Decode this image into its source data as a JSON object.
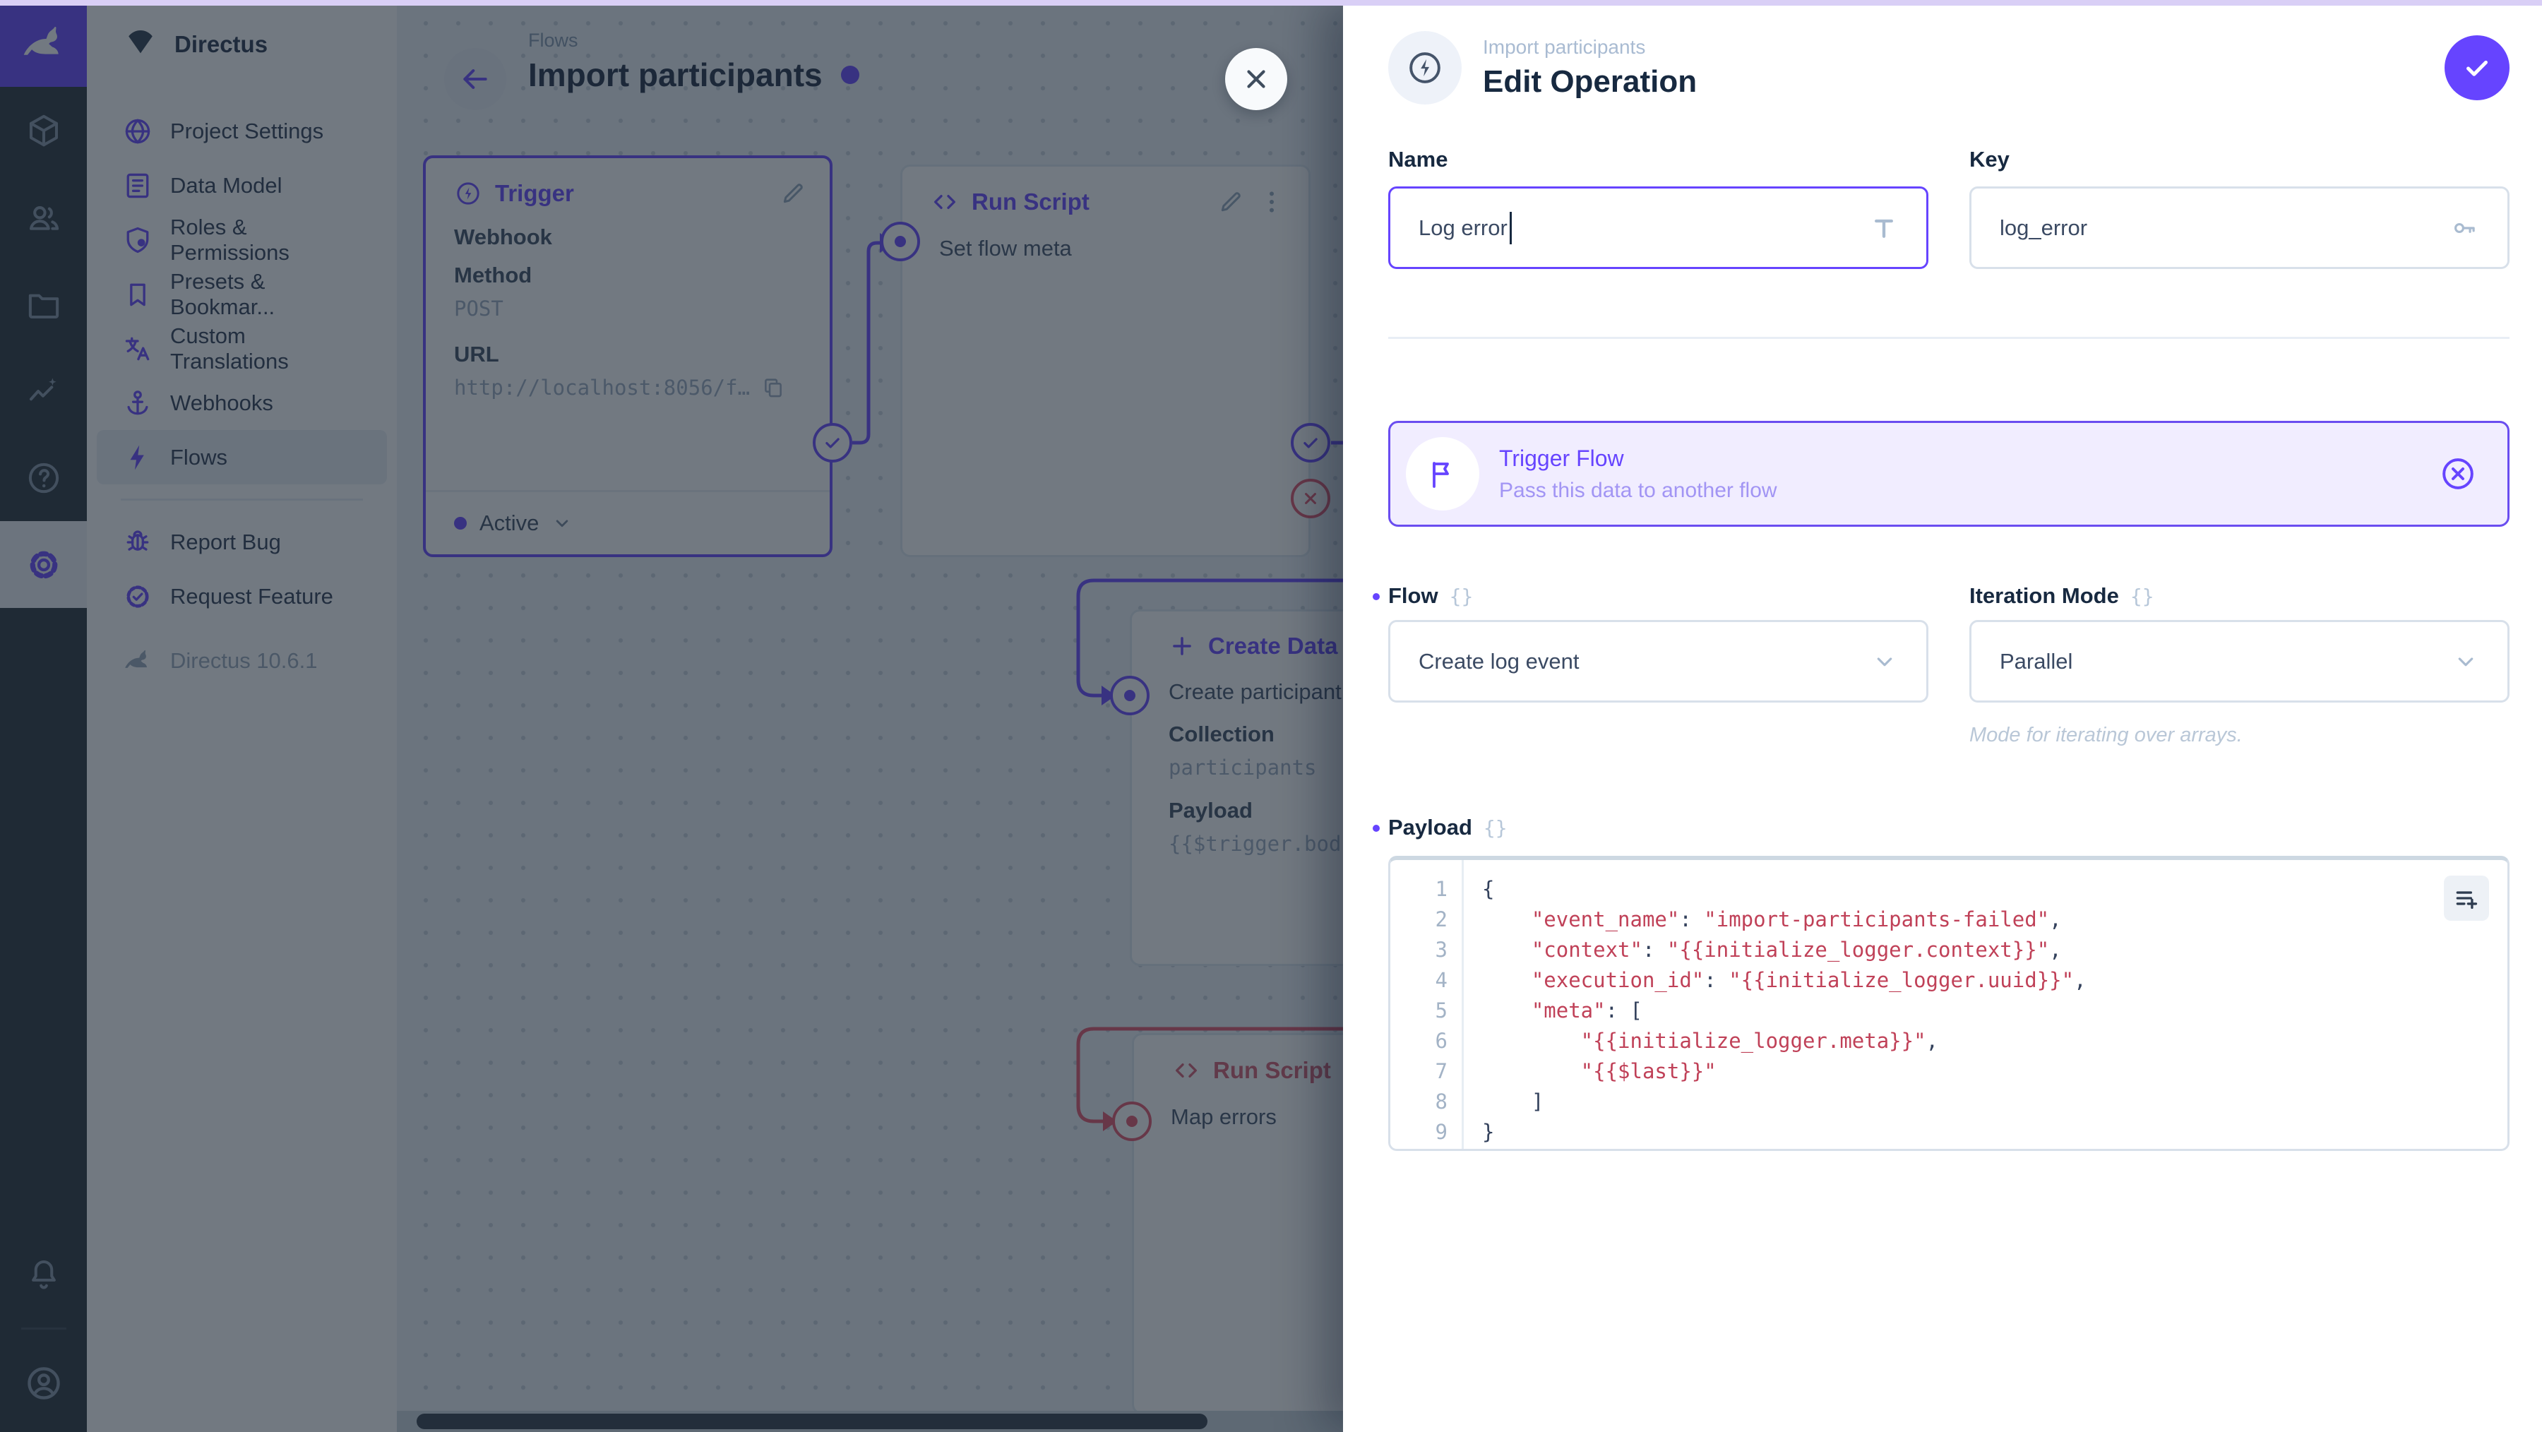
{
  "meta": {
    "accent_color": "#6644FF",
    "danger_color": "#E35169"
  },
  "module_bar": {
    "modules": [
      "directus-logo",
      "content",
      "users",
      "files",
      "insights",
      "help",
      "settings"
    ],
    "bottom": [
      "notifications",
      "user-avatar"
    ]
  },
  "nav": {
    "project_name": "Directus",
    "items": [
      {
        "label": "Project Settings"
      },
      {
        "label": "Data Model"
      },
      {
        "label": "Roles & Permissions"
      },
      {
        "label": "Presets & Bookmar..."
      },
      {
        "label": "Custom Translations"
      },
      {
        "label": "Webhooks"
      },
      {
        "label": "Flows"
      }
    ],
    "secondary_items": [
      {
        "label": "Report Bug"
      },
      {
        "label": "Request Feature"
      }
    ],
    "version": "Directus 10.6.1"
  },
  "canvas": {
    "breadcrumb": "Flows",
    "title": "Import participants",
    "trigger_panel": {
      "title": "Trigger",
      "type": "Webhook",
      "method_label": "Method",
      "method": "POST",
      "url_label": "URL",
      "url": "http://localhost:8056/f…",
      "status": "Active"
    },
    "run_script_panel": {
      "title": "Run Script",
      "name": "Set flow meta"
    },
    "create_data_panel": {
      "title": "Create Data",
      "name": "Create participant",
      "collection_label": "Collection",
      "collection": "participants",
      "payload_label": "Payload",
      "payload_preview": "{{$trigger.bod"
    },
    "map_errors_panel": {
      "title": "Run Script",
      "name": "Map errors"
    }
  },
  "drawer": {
    "breadcrumb": "Import participants",
    "title": "Edit Operation",
    "name_field": {
      "label": "Name",
      "value": "Log error"
    },
    "key_field": {
      "label": "Key",
      "value": "log_error"
    },
    "banner": {
      "title": "Trigger Flow",
      "subtitle": "Pass this data to another flow"
    },
    "flow_field": {
      "label": "Flow",
      "value": "Create log event"
    },
    "iteration_field": {
      "label": "Iteration Mode",
      "value": "Parallel",
      "note": "Mode for iterating over arrays."
    },
    "payload_field": {
      "label": "Payload"
    },
    "payload_editor": {
      "lines": [
        {
          "num": "1",
          "tokens": [
            {
              "t": "p",
              "v": "{"
            }
          ]
        },
        {
          "num": "2",
          "tokens": [
            {
              "t": "s",
              "v": "    \"event_name\""
            },
            {
              "t": "p",
              "v": ": "
            },
            {
              "t": "s",
              "v": "\"import-participants-failed\""
            },
            {
              "t": "p",
              "v": ","
            }
          ]
        },
        {
          "num": "3",
          "tokens": [
            {
              "t": "s",
              "v": "    \"context\""
            },
            {
              "t": "p",
              "v": ": "
            },
            {
              "t": "s",
              "v": "\"{{initialize_logger.context}}\""
            },
            {
              "t": "p",
              "v": ","
            }
          ]
        },
        {
          "num": "4",
          "tokens": [
            {
              "t": "s",
              "v": "    \"execution_id\""
            },
            {
              "t": "p",
              "v": ": "
            },
            {
              "t": "s",
              "v": "\"{{initialize_logger.uuid}}\""
            },
            {
              "t": "p",
              "v": ","
            }
          ]
        },
        {
          "num": "5",
          "tokens": [
            {
              "t": "s",
              "v": "    \"meta\""
            },
            {
              "t": "p",
              "v": ": ["
            }
          ]
        },
        {
          "num": "6",
          "tokens": [
            {
              "t": "s",
              "v": "        \"{{initialize_logger.meta}}\""
            },
            {
              "t": "p",
              "v": ","
            }
          ]
        },
        {
          "num": "7",
          "tokens": [
            {
              "t": "s",
              "v": "        \"{{$last}}\""
            }
          ]
        },
        {
          "num": "8",
          "tokens": [
            {
              "t": "p",
              "v": "    ]"
            }
          ]
        },
        {
          "num": "9",
          "tokens": [
            {
              "t": "p",
              "v": "}"
            }
          ]
        }
      ]
    }
  }
}
